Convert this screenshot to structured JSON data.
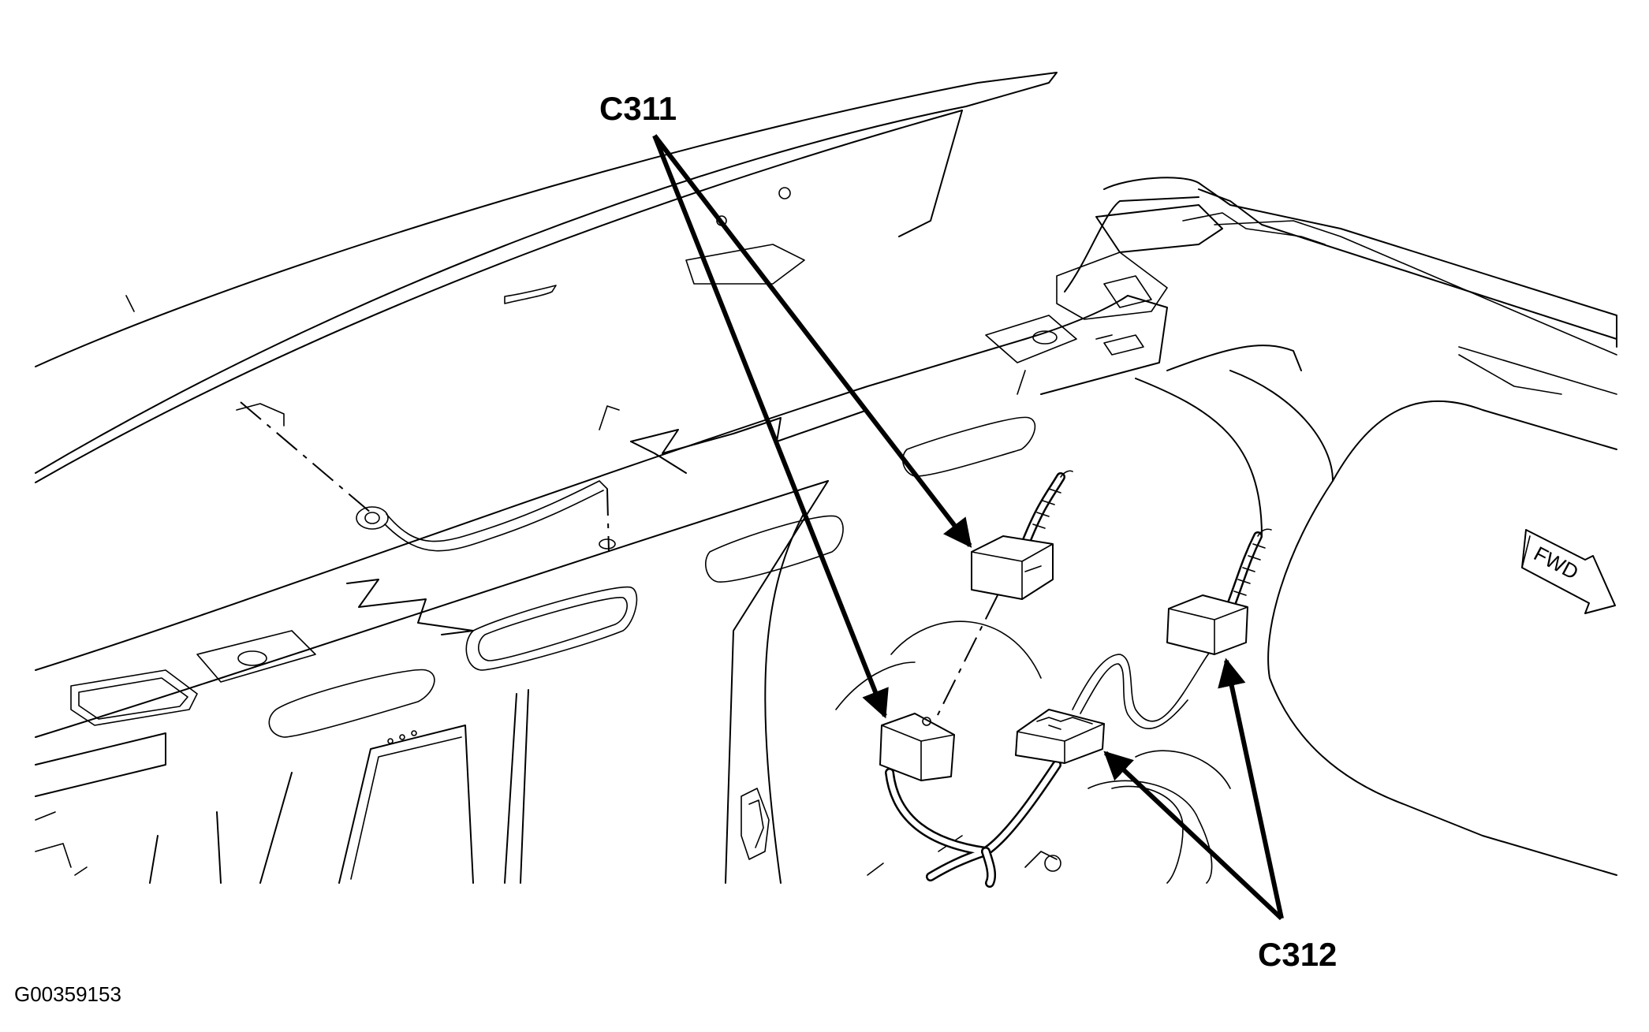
{
  "callouts": {
    "c311": "C311",
    "c312": "C312"
  },
  "direction_label": "FWD",
  "figure_id": "G00359153"
}
